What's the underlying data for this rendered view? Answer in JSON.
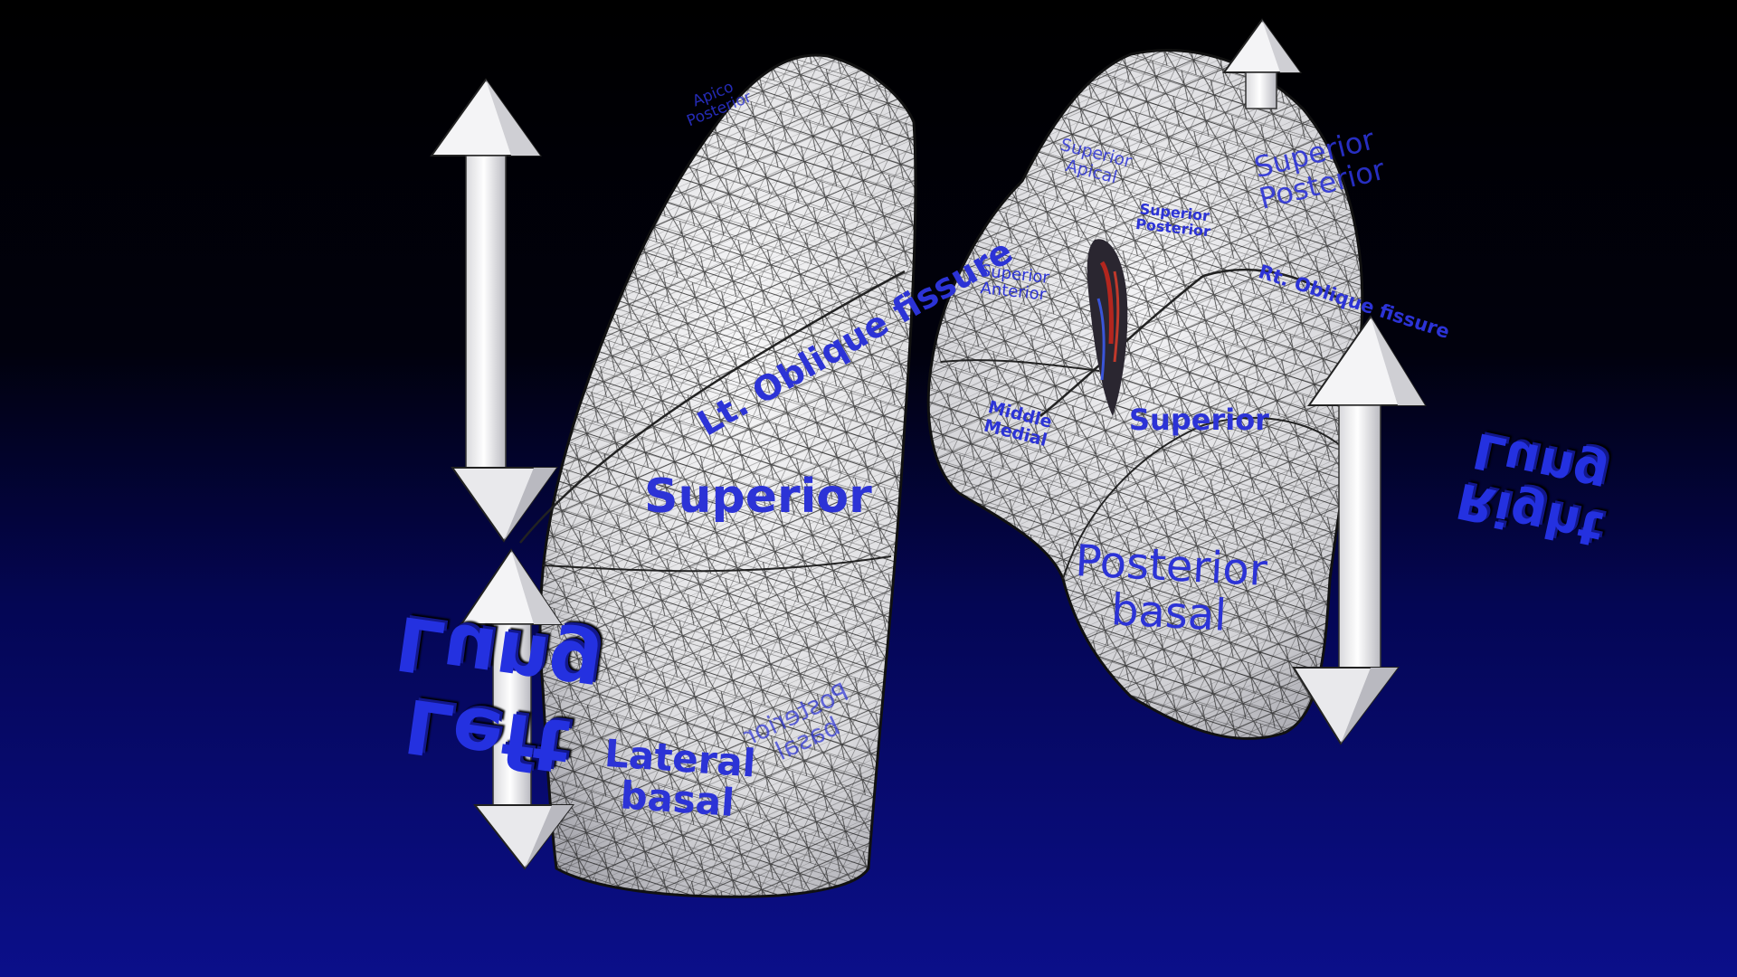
{
  "scene": {
    "colors": {
      "background_top": "#000000",
      "floor_bottom": "#0b0f8a",
      "lung_surface": "#e6e6e8",
      "mesh_line": "#1a1a1a",
      "label_blue": "#2c33d6",
      "arrow_white": "#f2f2f2",
      "vessel_red": "#b3261e"
    },
    "icons": [
      "up-down-arrow-icon"
    ],
    "left_lung": {
      "superior": "Superior",
      "lateral_basal": "Lateral\nbasal",
      "fissure": "Lt. Oblique fissure",
      "apico_posterior": "Apico\nPosterior",
      "posterior_basal_ghost": "Posterior\nbasal",
      "caption": "Left\nLung"
    },
    "right_lung": {
      "superior_apical": "Superior\nApical",
      "superior_posterior_small": "Superior\nPosterior",
      "superior_posterior_big": "Superior\nPosterior",
      "superior_anterior": "Superior\nAnterior",
      "middle_medial": "Middle\nMedial",
      "superior": "Superior",
      "fissure": "Rt. Oblique fissure",
      "posterior_basal": "Posterior\nbasal",
      "caption": "Right\nLung"
    }
  }
}
